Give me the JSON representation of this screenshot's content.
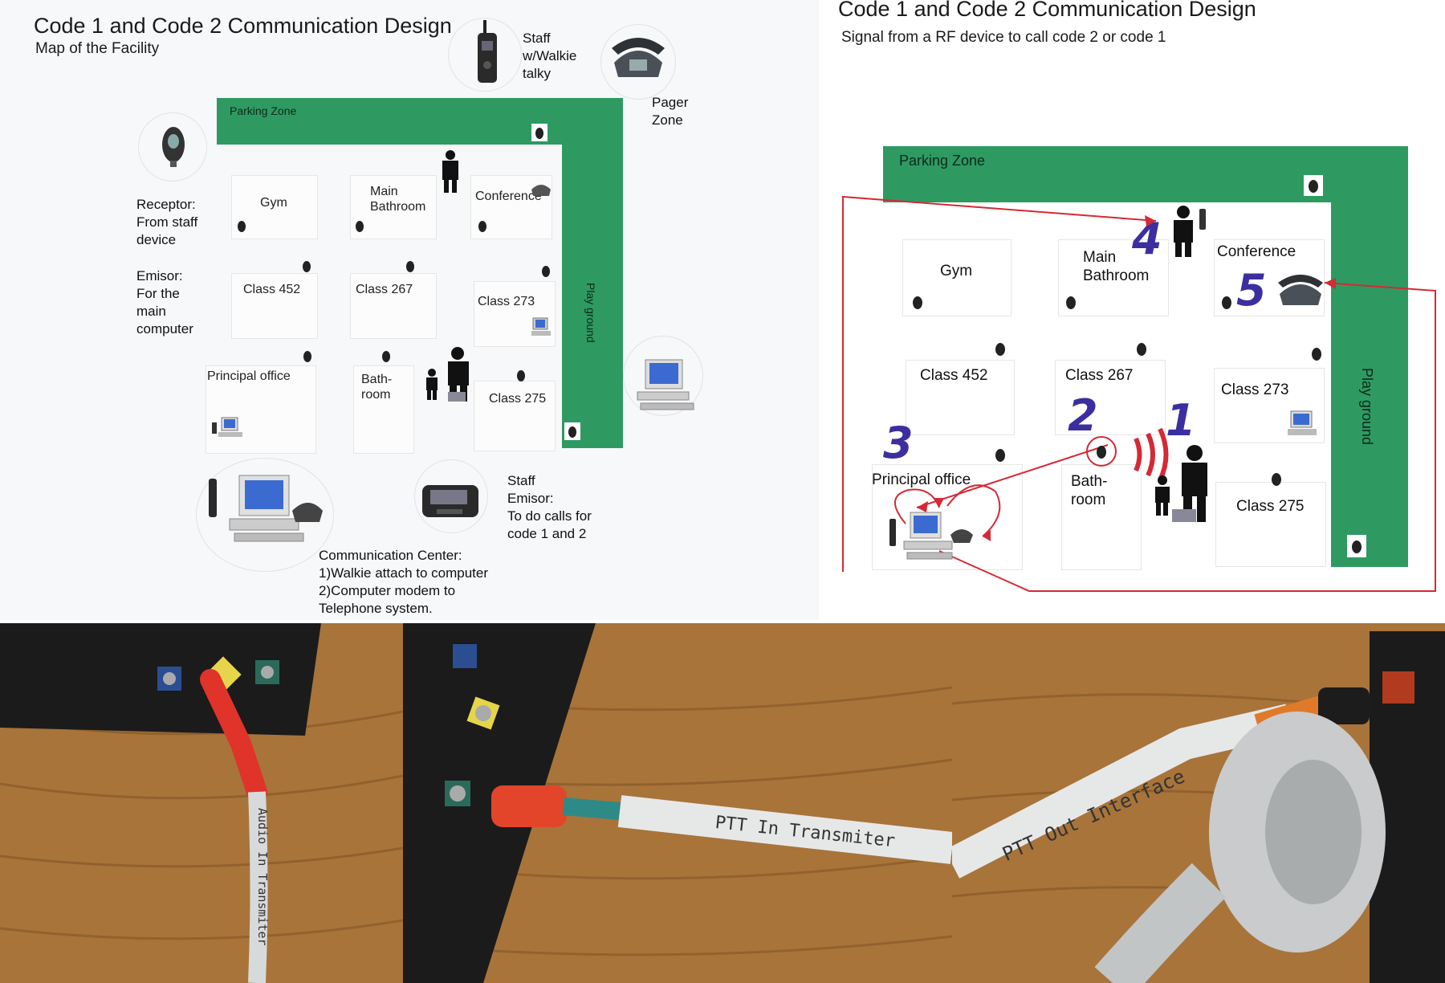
{
  "left": {
    "title": "Code 1 and Code 2 Communication Design",
    "subtitle": "Map of the Facility",
    "parking_zone": "Parking Zone",
    "play_ground": "Play ground",
    "rooms": {
      "gym": "Gym",
      "main_bathroom_1": "Main",
      "main_bathroom_2": "Bathroom",
      "conference": "Conference",
      "class_452": "Class 452",
      "class_267": "Class 267",
      "class_273": "Class 273",
      "class_275": "Class 275",
      "principal_office": "Principal office",
      "bathroom_1": "Bath-",
      "bathroom_2": "room"
    },
    "staff_walkie": [
      "Staff",
      "w/Walkie",
      "talky"
    ],
    "pager_zone": [
      "Pager",
      "Zone"
    ],
    "receptor": [
      "Receptor:",
      "From staff",
      "device"
    ],
    "emisor": [
      "Emisor:",
      "For the",
      "main",
      "computer"
    ],
    "staff_emisor": [
      "Staff",
      "Emisor:",
      "To do calls for",
      "code 1 and 2"
    ],
    "comm_center": [
      "Communication Center:",
      "1)Walkie attach to computer",
      "2)Computer modem to",
      "Telephone system."
    ]
  },
  "right": {
    "title": "Code 1 and Code 2 Communication Design",
    "subtitle": "Signal from a RF device to call code 2 or code 1",
    "parking_zone": "Parking Zone",
    "play_ground": "Play ground",
    "rooms": {
      "gym": "Gym",
      "main_bathroom_1": "Main",
      "main_bathroom_2": "Bathroom",
      "conference": "Conference",
      "class_452": "Class 452",
      "class_267": "Class 267",
      "class_273": "Class 273",
      "class_275": "Class 275",
      "principal_office": "Principal office",
      "bathroom_1": "Bath-",
      "bathroom_2": "room"
    },
    "steps": [
      "1",
      "2",
      "3",
      "4",
      "5"
    ],
    "arrow_color": "#d42a35",
    "number_color": "#3b2fa0"
  },
  "photos": {
    "photo1_cable_label": "Audio In Transmiter",
    "photo2_cable_label": "PTT In Transmiter",
    "photo3_cable_label": "PTT Out Interface"
  },
  "colors": {
    "zone_green": "#2e9a62",
    "wood": "#a8743a"
  },
  "icons": [
    "walkie-talkie-icon",
    "telephone-icon",
    "pager-icon",
    "computer-icon",
    "person-icon",
    "sensor-icon",
    "camera-icon"
  ]
}
